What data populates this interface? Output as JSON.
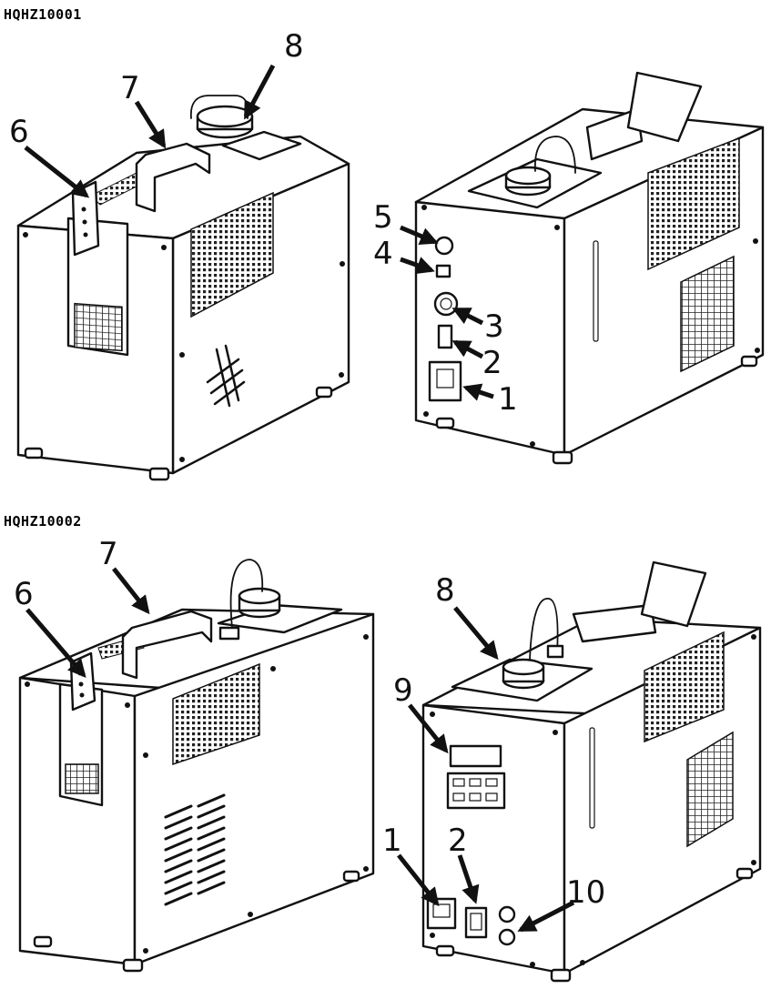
{
  "models": [
    {
      "name": "HQHZ10001",
      "callouts": [
        "1",
        "2",
        "3",
        "4",
        "5",
        "6",
        "7",
        "8"
      ]
    },
    {
      "name": "HQHZ10002",
      "callouts": [
        "1",
        "2",
        "6",
        "7",
        "8",
        "9",
        "10"
      ]
    }
  ]
}
